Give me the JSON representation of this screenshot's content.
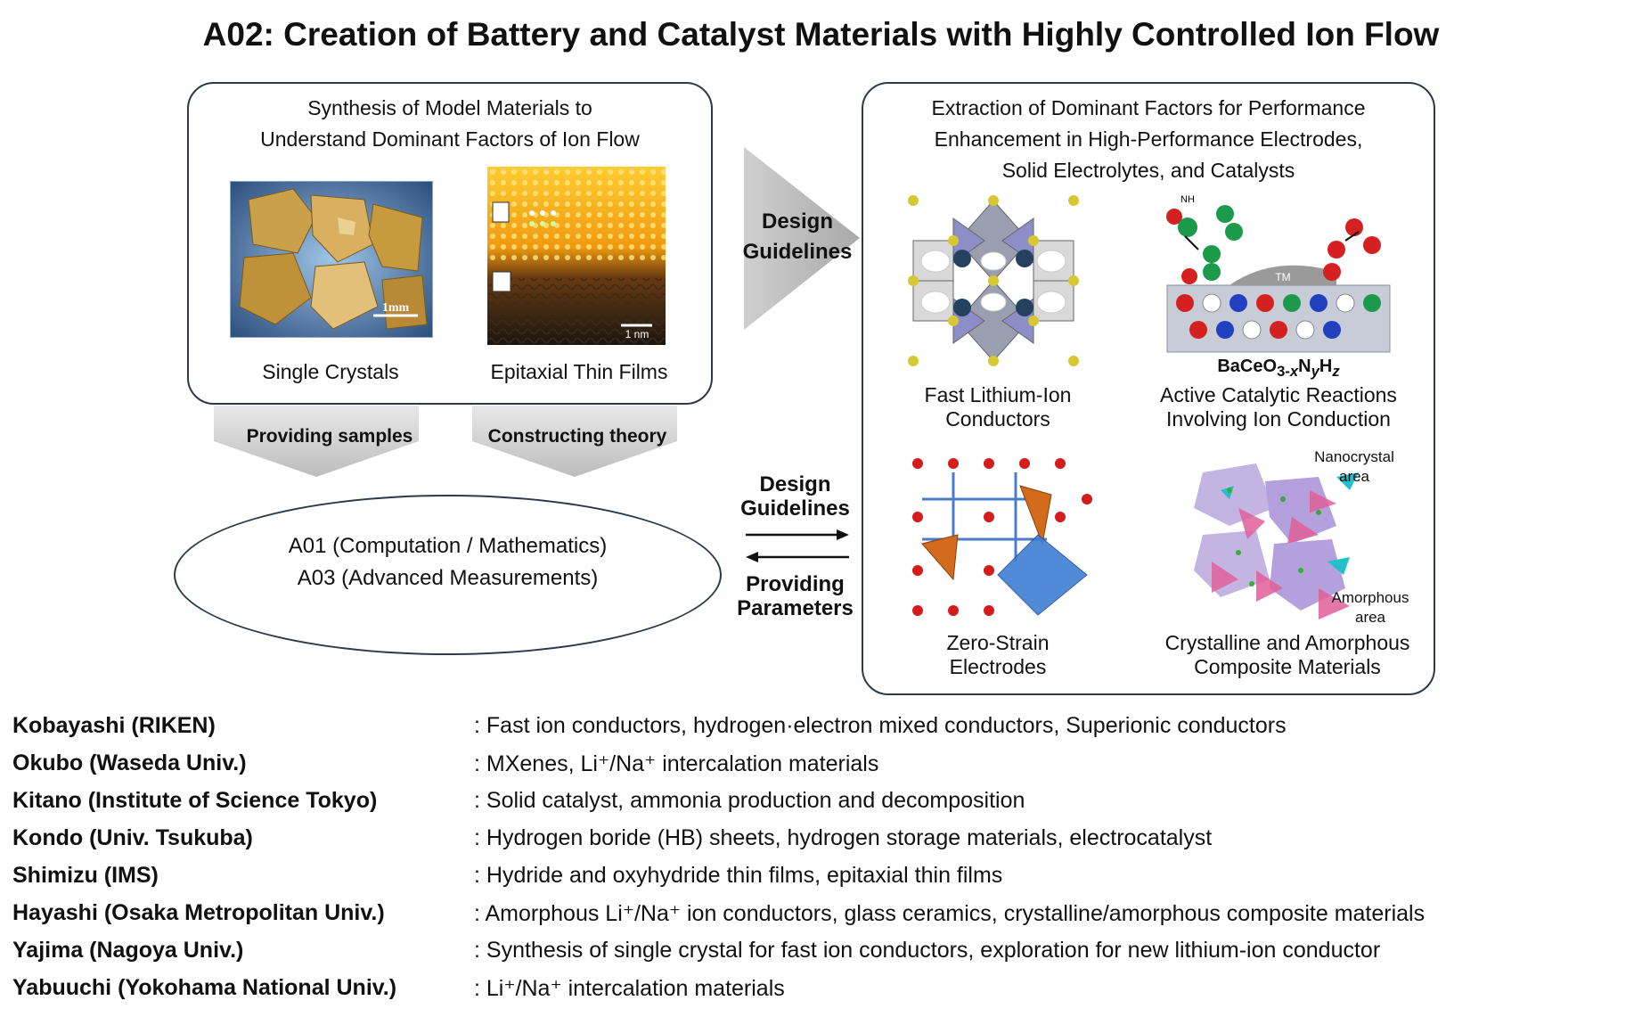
{
  "title": "A02: Creation of Battery and Catalyst Materials with Highly Controlled Ion Flow",
  "left_box": {
    "heading_line1": "Synthesis of Model Materials to",
    "heading_line2": "Understand Dominant Factors of Ion Flow",
    "image1_label": "Single Crystals",
    "image1_scale": "1mm",
    "image2_label": "Epitaxial Thin Films",
    "image2_scale": "1 nm"
  },
  "middle": {
    "design_guidelines_top": [
      "Design",
      "Guidelines"
    ],
    "providing_samples": "Providing samples",
    "constructing_theory": "Constructing theory",
    "design_guidelines_mid": [
      "Design",
      "Guidelines"
    ],
    "providing_parameters": [
      "Providing",
      "Parameters"
    ]
  },
  "ellipse": {
    "line1": "A01 (Computation / Mathematics)",
    "line2": "A03 (Advanced Measurements)"
  },
  "right_box": {
    "heading_line1": "Extraction of Dominant Factors for Performance",
    "heading_line2": "Enhancement in High-Performance Electrodes,",
    "heading_line3": "Solid Electrolytes, and Catalysts",
    "panel1_label": [
      "Fast Lithium-Ion",
      "Conductors"
    ],
    "panel2_formula": "BaCeO",
    "panel2_label": [
      "Active Catalytic Reactions",
      "Involving Ion Conduction"
    ],
    "panel2_tm": "TM",
    "panel2_nh3": "NH",
    "panel3_label": [
      "Zero-Strain",
      "Electrodes"
    ],
    "panel4_label": [
      "Crystalline and Amorphous",
      "Composite Materials"
    ],
    "panel4_nano": [
      "Nanocrystal",
      "area"
    ],
    "panel4_amorph": [
      "Amorphous",
      "area"
    ]
  },
  "members": [
    {
      "name": "Kobayashi (RIKEN)",
      "desc": ": Fast ion conductors, hydrogen·electron mixed conductors, Superionic conductors"
    },
    {
      "name": "Okubo (Waseda Univ.)",
      "desc": ": MXenes, Li⁺/Na⁺ intercalation materials"
    },
    {
      "name": "Kitano (Institute of Science Tokyo)",
      "desc": ": Solid catalyst, ammonia production and decomposition"
    },
    {
      "name": "Kondo (Univ. Tsukuba)",
      "desc": ": Hydrogen boride (HB) sheets, hydrogen storage materials, electrocatalyst"
    },
    {
      "name": "Shimizu (IMS)",
      "desc": ": Hydride and oxyhydride thin films, epitaxial thin films"
    },
    {
      "name": "Hayashi (Osaka Metropolitan Univ.)",
      "desc": ": Amorphous Li⁺/Na⁺ ion conductors, glass ceramics, crystalline/amorphous composite materials"
    },
    {
      "name": "Yajima (Nagoya Univ.)",
      "desc": ": Synthesis of single crystal for fast ion conductors, exploration for new lithium-ion conductor"
    },
    {
      "name": "Yabuuchi (Yokohama National Univ.)",
      "desc": ": Li⁺/Na⁺ intercalation materials"
    }
  ]
}
